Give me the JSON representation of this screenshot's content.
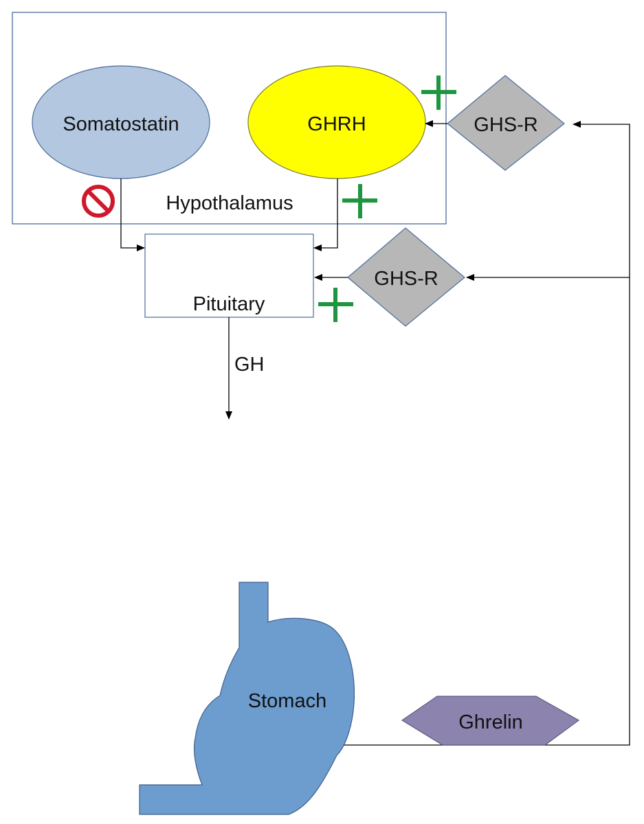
{
  "diagram": {
    "regions": {
      "hypothalamus": "Hypothalamus",
      "pituitary": "Pituitary"
    },
    "nodes": {
      "somatostatin": "Somatostatin",
      "ghrh": "GHRH",
      "ghsr_top": "GHS-R",
      "ghsr_mid": "GHS-R",
      "stomach": "Stomach",
      "ghrelin": "Ghrelin"
    },
    "edges": {
      "gh_label": "GH"
    },
    "colors": {
      "somatostatin_fill": "#b3c7e0",
      "ghrh_fill": "#ffff00",
      "receptor_fill": "#b7b7b7",
      "stomach_fill": "#6d9dce",
      "ghrelin_fill": "#8c84ae",
      "stimulate": "#1e9640",
      "inhibit": "#d0172b",
      "box_stroke": "#4a6a9a"
    },
    "markers": {
      "stimulate_icon": "plus-icon",
      "inhibit_icon": "prohibited-icon"
    }
  }
}
